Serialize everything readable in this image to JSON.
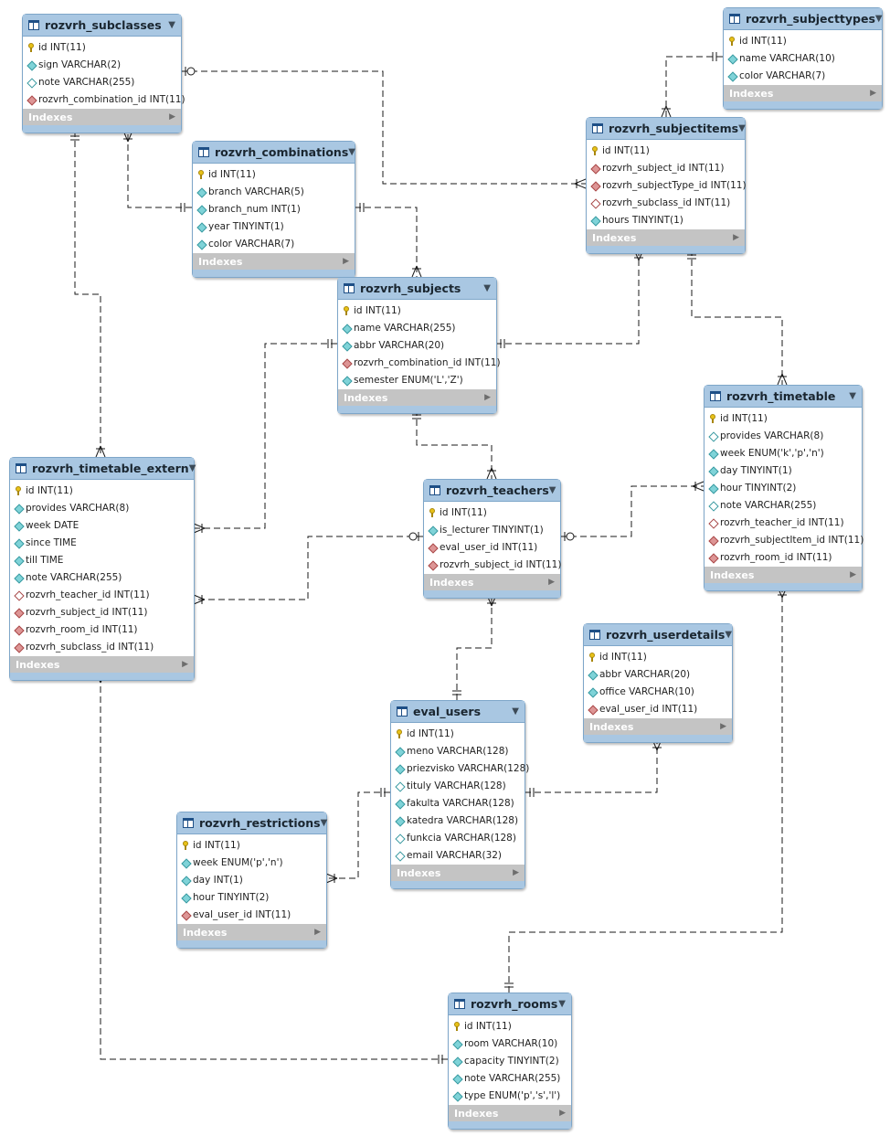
{
  "indexes_label": "Indexes",
  "colors": {
    "header": "#a9c7e2",
    "border": "#7ea6c9",
    "indexes_bar": "#c4c4c4"
  },
  "tables": [
    {
      "name": "rozvrh_subclasses",
      "columns": [
        {
          "text": "id INT(11)",
          "icon": "key"
        },
        {
          "text": "sign VARCHAR(2)",
          "icon": "col"
        },
        {
          "text": "note VARCHAR(255)",
          "icon": "null"
        },
        {
          "text": "rozvrh_combination_id INT(11)",
          "icon": "fk"
        }
      ]
    },
    {
      "name": "rozvrh_subjecttypes",
      "columns": [
        {
          "text": "id INT(11)",
          "icon": "key"
        },
        {
          "text": "name VARCHAR(10)",
          "icon": "col"
        },
        {
          "text": "color VARCHAR(7)",
          "icon": "col"
        }
      ]
    },
    {
      "name": "rozvrh_combinations",
      "columns": [
        {
          "text": "id INT(11)",
          "icon": "key"
        },
        {
          "text": "branch VARCHAR(5)",
          "icon": "col"
        },
        {
          "text": "branch_num INT(1)",
          "icon": "col"
        },
        {
          "text": "year TINYINT(1)",
          "icon": "col"
        },
        {
          "text": "color VARCHAR(7)",
          "icon": "col"
        }
      ]
    },
    {
      "name": "rozvrh_subjectitems",
      "columns": [
        {
          "text": "id INT(11)",
          "icon": "key"
        },
        {
          "text": "rozvrh_subject_id INT(11)",
          "icon": "fk"
        },
        {
          "text": "rozvrh_subjectType_id INT(11)",
          "icon": "fk"
        },
        {
          "text": "rozvrh_subclass_id INT(11)",
          "icon": "fknull"
        },
        {
          "text": "hours TINYINT(1)",
          "icon": "col"
        }
      ]
    },
    {
      "name": "rozvrh_subjects",
      "columns": [
        {
          "text": "id INT(11)",
          "icon": "key"
        },
        {
          "text": "name VARCHAR(255)",
          "icon": "col"
        },
        {
          "text": "abbr VARCHAR(20)",
          "icon": "col"
        },
        {
          "text": "rozvrh_combination_id INT(11)",
          "icon": "fk"
        },
        {
          "text": "semester ENUM('L','Z')",
          "icon": "col"
        }
      ]
    },
    {
      "name": "rozvrh_timetable",
      "columns": [
        {
          "text": "id INT(11)",
          "icon": "key"
        },
        {
          "text": "provides VARCHAR(8)",
          "icon": "null"
        },
        {
          "text": "week ENUM('k','p','n')",
          "icon": "col"
        },
        {
          "text": "day TINYINT(1)",
          "icon": "col"
        },
        {
          "text": "hour TINYINT(2)",
          "icon": "col"
        },
        {
          "text": "note VARCHAR(255)",
          "icon": "null"
        },
        {
          "text": "rozvrh_teacher_id INT(11)",
          "icon": "fknull"
        },
        {
          "text": "rozvrh_subjectItem_id INT(11)",
          "icon": "fk"
        },
        {
          "text": "rozvrh_room_id INT(11)",
          "icon": "fk"
        }
      ]
    },
    {
      "name": "rozvrh_timetable_extern",
      "columns": [
        {
          "text": "id INT(11)",
          "icon": "key"
        },
        {
          "text": "provides VARCHAR(8)",
          "icon": "col"
        },
        {
          "text": "week DATE",
          "icon": "col"
        },
        {
          "text": "since TIME",
          "icon": "col"
        },
        {
          "text": "till TIME",
          "icon": "col"
        },
        {
          "text": "note VARCHAR(255)",
          "icon": "col"
        },
        {
          "text": "rozvrh_teacher_id INT(11)",
          "icon": "fknull"
        },
        {
          "text": "rozvrh_subject_id INT(11)",
          "icon": "fk"
        },
        {
          "text": "rozvrh_room_id INT(11)",
          "icon": "fk"
        },
        {
          "text": "rozvrh_subclass_id INT(11)",
          "icon": "fk"
        }
      ]
    },
    {
      "name": "rozvrh_teachers",
      "columns": [
        {
          "text": "id INT(11)",
          "icon": "key"
        },
        {
          "text": "is_lecturer TINYINT(1)",
          "icon": "col"
        },
        {
          "text": "eval_user_id INT(11)",
          "icon": "fk"
        },
        {
          "text": "rozvrh_subject_id INT(11)",
          "icon": "fk"
        }
      ]
    },
    {
      "name": "rozvrh_userdetails",
      "columns": [
        {
          "text": "id INT(11)",
          "icon": "key"
        },
        {
          "text": "abbr VARCHAR(20)",
          "icon": "col"
        },
        {
          "text": "office VARCHAR(10)",
          "icon": "col"
        },
        {
          "text": "eval_user_id INT(11)",
          "icon": "fk"
        }
      ]
    },
    {
      "name": "eval_users",
      "columns": [
        {
          "text": "id INT(11)",
          "icon": "key"
        },
        {
          "text": "meno VARCHAR(128)",
          "icon": "col"
        },
        {
          "text": "priezvisko VARCHAR(128)",
          "icon": "col"
        },
        {
          "text": "tituly VARCHAR(128)",
          "icon": "null"
        },
        {
          "text": "fakulta VARCHAR(128)",
          "icon": "col"
        },
        {
          "text": "katedra VARCHAR(128)",
          "icon": "col"
        },
        {
          "text": "funkcia VARCHAR(128)",
          "icon": "null"
        },
        {
          "text": "email VARCHAR(32)",
          "icon": "null"
        }
      ]
    },
    {
      "name": "rozvrh_restrictions",
      "columns": [
        {
          "text": "id INT(11)",
          "icon": "key"
        },
        {
          "text": "week ENUM('p','n')",
          "icon": "col"
        },
        {
          "text": "day INT(1)",
          "icon": "col"
        },
        {
          "text": "hour TINYINT(2)",
          "icon": "col"
        },
        {
          "text": "eval_user_id INT(11)",
          "icon": "fk"
        }
      ]
    },
    {
      "name": "rozvrh_rooms",
      "columns": [
        {
          "text": "id INT(11)",
          "icon": "key"
        },
        {
          "text": "room VARCHAR(10)",
          "icon": "col"
        },
        {
          "text": "capacity TINYINT(2)",
          "icon": "col"
        },
        {
          "text": "note VARCHAR(255)",
          "icon": "col"
        },
        {
          "text": "type ENUM('p','s','l')",
          "icon": "col"
        }
      ]
    }
  ],
  "relationships": [
    {
      "from": "rozvrh_subclasses",
      "to": "rozvrh_subjectitems"
    },
    {
      "from": "rozvrh_subjecttypes",
      "to": "rozvrh_subjectitems"
    },
    {
      "from": "rozvrh_combinations",
      "to": "rozvrh_subclasses"
    },
    {
      "from": "rozvrh_combinations",
      "to": "rozvrh_subjects"
    },
    {
      "from": "rozvrh_subjects",
      "to": "rozvrh_subjectitems"
    },
    {
      "from": "rozvrh_subjects",
      "to": "rozvrh_timetable_extern"
    },
    {
      "from": "rozvrh_subjects",
      "to": "rozvrh_teachers"
    },
    {
      "from": "rozvrh_subclasses",
      "to": "rozvrh_timetable_extern"
    },
    {
      "from": "rozvrh_subjectitems",
      "to": "rozvrh_timetable"
    },
    {
      "from": "rozvrh_teachers",
      "to": "rozvrh_timetable"
    },
    {
      "from": "rozvrh_teachers",
      "to": "rozvrh_timetable_extern"
    },
    {
      "from": "eval_users",
      "to": "rozvrh_teachers"
    },
    {
      "from": "eval_users",
      "to": "rozvrh_userdetails"
    },
    {
      "from": "eval_users",
      "to": "rozvrh_restrictions"
    },
    {
      "from": "rozvrh_rooms",
      "to": "rozvrh_timetable"
    },
    {
      "from": "rozvrh_rooms",
      "to": "rozvrh_timetable_extern"
    }
  ]
}
